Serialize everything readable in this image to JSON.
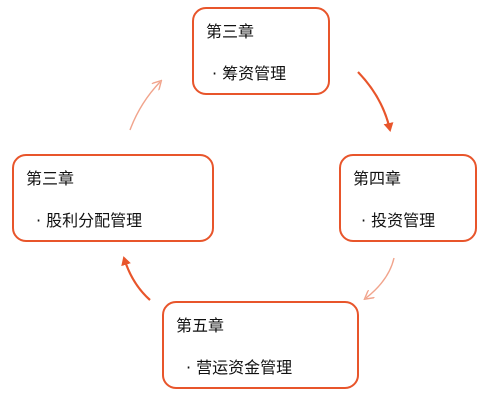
{
  "accent_color": "#e8552b",
  "faded_arrow_color": "#f1a48c",
  "nodes": {
    "top": {
      "chapter": "第三章",
      "topic": "· 筹资管理"
    },
    "right": {
      "chapter": "第四章",
      "topic": "· 投资管理"
    },
    "left": {
      "chapter": "第三章",
      "topic": "· 股利分配管理"
    },
    "bottom": {
      "chapter": "第五章",
      "topic": "· 营运资金管理"
    }
  }
}
